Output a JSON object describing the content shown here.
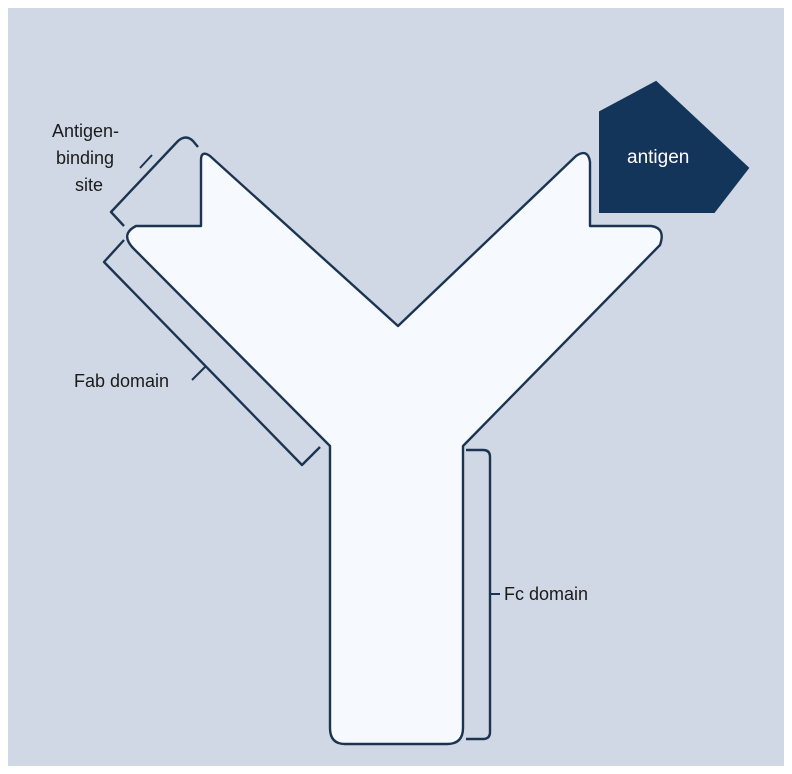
{
  "diagram": {
    "labels": {
      "antigen_binding_site_line1": "Antigen-",
      "antigen_binding_site_line2": "binding",
      "antigen_binding_site_line3": "site",
      "fab_domain": "Fab domain",
      "fc_domain": "Fc domain",
      "antigen": "antigen"
    }
  },
  "colors": {
    "background": "#cfd8e4",
    "antibody_fill": "#f6f9fd",
    "outline": "#1c3452",
    "antigen": "#14355a",
    "antigen_text": "#ffffff"
  }
}
